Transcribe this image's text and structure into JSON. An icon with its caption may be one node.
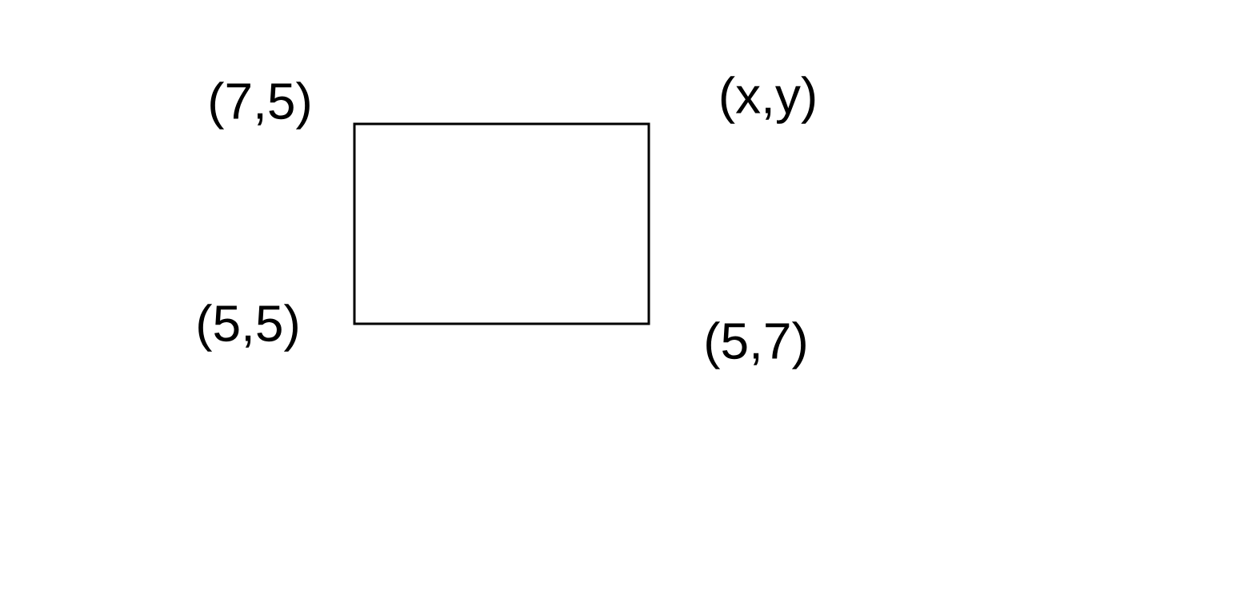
{
  "diagram": {
    "nodes": [
      {
        "text": [],
        "shape": "box"
      }
    ],
    "labels": [
      "(7,5)",
      "(x,y)",
      "(5,5)",
      "(5,7)"
    ]
  }
}
